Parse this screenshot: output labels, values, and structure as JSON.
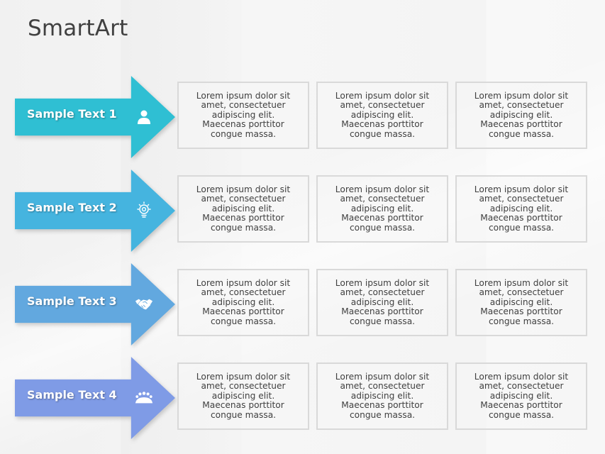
{
  "title": "SmartArt",
  "rows": [
    {
      "label": "Sample Text 1",
      "icon": "person-icon",
      "color": "#2fbfd3",
      "boxes": [
        "Lorem ipsum dolor sit amet, consectetuer adipiscing elit. Maecenas porttitor congue massa.",
        "Lorem ipsum dolor sit amet, consectetuer adipiscing elit. Maecenas porttitor congue massa.",
        "Lorem ipsum dolor sit amet, consectetuer adipiscing elit. Maecenas porttitor congue massa."
      ]
    },
    {
      "label": "Sample Text 2",
      "icon": "lightbulb-icon",
      "color": "#45b4df",
      "boxes": [
        "Lorem ipsum dolor sit amet, consectetuer adipiscing elit. Maecenas porttitor congue massa.",
        "Lorem ipsum dolor sit amet, consectetuer adipiscing elit. Maecenas porttitor congue massa.",
        "Lorem ipsum dolor sit amet, consectetuer adipiscing elit. Maecenas porttitor congue massa."
      ]
    },
    {
      "label": "Sample Text 3",
      "icon": "handshake-icon",
      "color": "#62a8df",
      "boxes": [
        "Lorem ipsum dolor sit amet, consectetuer adipiscing elit. Maecenas porttitor congue massa.",
        "Lorem ipsum dolor sit amet, consectetuer adipiscing elit. Maecenas porttitor congue massa.",
        "Lorem ipsum dolor sit amet, consectetuer adipiscing elit. Maecenas porttitor congue massa."
      ]
    },
    {
      "label": "Sample Text 4",
      "icon": "team-meeting-icon",
      "color": "#7f9be6",
      "boxes": [
        "Lorem ipsum dolor sit amet, consectetuer adipiscing elit. Maecenas porttitor congue massa.",
        "Lorem ipsum dolor sit amet, consectetuer adipiscing elit. Maecenas porttitor congue massa.",
        "Lorem ipsum dolor sit amet, consectetuer adipiscing elit. Maecenas porttitor congue massa."
      ]
    }
  ]
}
